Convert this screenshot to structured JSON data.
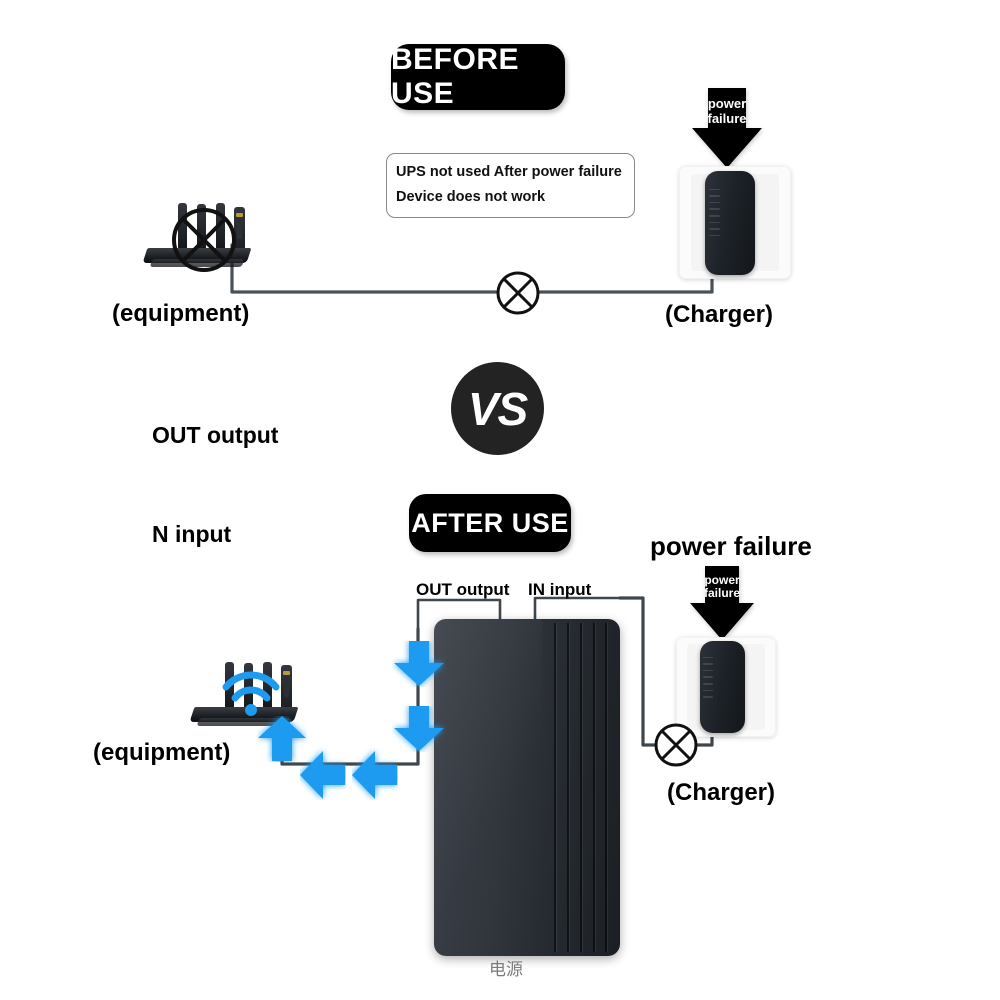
{
  "page": {
    "background": "#ffffff",
    "accent_blue": "#1e9bf0",
    "badge_black": "#000000",
    "vs_circle_color": "#232323"
  },
  "before_section": {
    "badge_label": "BEFORE USE",
    "note_line1": "UPS not used After power failure",
    "note_line2": "Device does not work",
    "equipment_caption": "(equipment)",
    "charger_caption": "(Charger)",
    "power_failure_arrow_line1": "power",
    "power_failure_arrow_line2": "failure",
    "equipment_status_icon": "no-signal-x-icon",
    "cable_break_icon": "cable-break-x-icon"
  },
  "divider": {
    "vs_label": "VS"
  },
  "after_section": {
    "badge_label": "AFTER USE",
    "left_label_out": "OUT output",
    "left_label_in": "N input",
    "power_failure_heading": "power failure",
    "power_failure_arrow_line1": "power",
    "power_failure_arrow_line2": "failure",
    "ups_label_out": "OUT output",
    "ups_label_in": "IN input",
    "ups_caption": "电源",
    "equipment_caption": "(equipment)",
    "charger_caption": "(Charger)",
    "equipment_status_icon": "wifi-signal-icon",
    "cable_break_icon": "cable-break-x-icon"
  }
}
